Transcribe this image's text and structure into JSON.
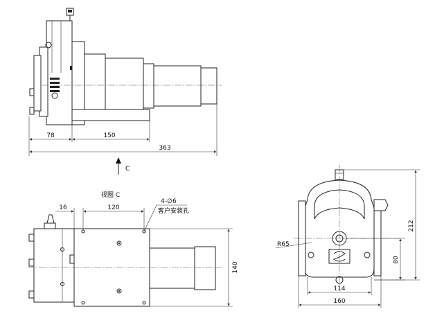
{
  "top_view": {
    "dim_78": "78",
    "dim_150": "150",
    "dim_363": "363",
    "arrow_label": "C"
  },
  "bottom_view": {
    "view_title": "视图 C",
    "dim_16": "16",
    "dim_120": "120",
    "hole_spec": "4-∅6",
    "hole_note": "客户安装孔",
    "dim_140": "140"
  },
  "front_view": {
    "radius": "R65",
    "dim_80": "80",
    "dim_212": "212",
    "dim_114": "114",
    "dim_160": "160"
  }
}
